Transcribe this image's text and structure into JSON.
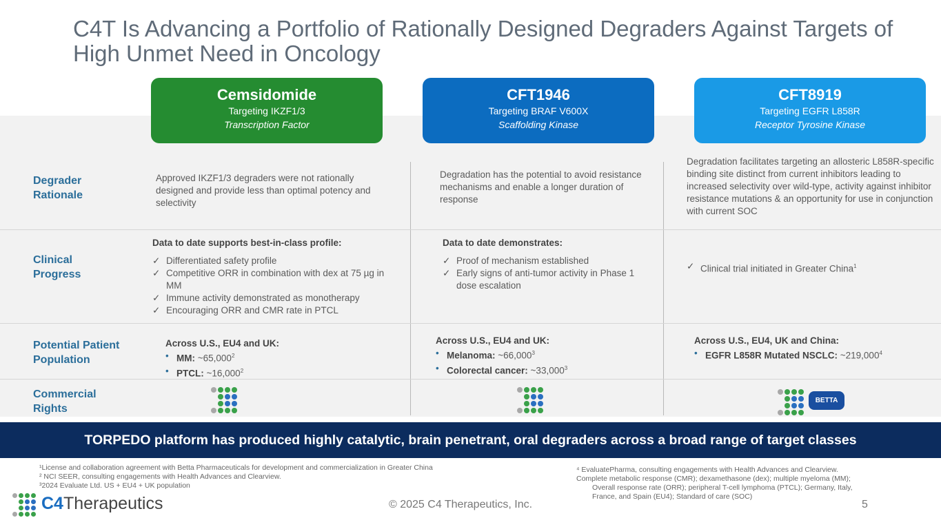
{
  "title": "C4T Is Advancing a Portfolio of Rationally Designed Degraders Against Targets of High Unmet Need in Oncology",
  "programs": [
    {
      "name": "Cemsidomide",
      "target": "Targeting IKZF1/3",
      "class": "Transcription Factor",
      "color": "#258c31"
    },
    {
      "name": "CFT1946",
      "target": "Targeting BRAF V600X",
      "class": "Scaffolding Kinase",
      "color": "#0c6cc0"
    },
    {
      "name": "CFT8919",
      "target": "Targeting EGFR L858R",
      "class": "Receptor Tyrosine Kinase",
      "color": "#1a9ae6"
    }
  ],
  "rows": {
    "rationale": {
      "label": "Degrader Rationale",
      "cells": [
        "Approved IKZF1/3 degraders were not rationally designed and provide less than optimal potency and selectivity",
        "Degradation has the potential to avoid resistance mechanisms and enable a longer duration of response",
        "Degradation facilitates targeting an allosteric L858R-specific binding site distinct from current inhibitors leading to increased selectivity over wild-type, activity against inhibitor resistance mutations & an opportunity for use in conjunction with current SOC"
      ]
    },
    "clinical": {
      "label": "Clinical Progress",
      "c1_head": "Data to date supports best-in-class profile:",
      "c1_items": [
        "Differentiated safety profile",
        "Competitive ORR in combination with dex at 75 µg in MM",
        "Immune activity demonstrated as monotherapy",
        "Encouraging ORR and CMR rate in PTCL"
      ],
      "c2_head": "Data to date demonstrates:",
      "c2_items": [
        "Proof of mechanism established",
        "Early signs of anti-tumor activity in Phase 1 dose escalation"
      ],
      "c3_item": "Clinical trial initiated in Greater China",
      "c3_sup": "1"
    },
    "population": {
      "label": "Potential Patient Population",
      "c1_head": "Across U.S., EU4 and UK:",
      "c1": [
        {
          "k": "MM:",
          "v": " ~65,000",
          "s": "2"
        },
        {
          "k": "PTCL:",
          "v": " ~16,000",
          "s": "2"
        }
      ],
      "c2_head": "Across U.S., EU4 and UK:",
      "c2": [
        {
          "k": "Melanoma:",
          "v": " ~66,000",
          "s": "3"
        },
        {
          "k": "Colorectal cancer:",
          "v": " ~33,000",
          "s": "3"
        }
      ],
      "c3_head": "Across U.S., EU4, UK and China:",
      "c3": [
        {
          "k": "EGFR L858R Mutated NSCLC:",
          "v": " ~219,000",
          "s": "4"
        }
      ]
    },
    "rights": {
      "label": "Commercial Rights",
      "partner": "BETTA"
    }
  },
  "banner": "TORPEDO platform has produced highly catalytic, brain penetrant, oral degraders across a broad range of target classes",
  "footnotes_left": [
    "¹License and collaboration agreement with Betta Pharmaceuticals for development and commercialization in Greater China",
    "² NCI SEER, consulting engagements with Health Advances and Clearview.",
    "³2024 Evaluate Ltd. US + EU4 + UK population"
  ],
  "footnotes_right": [
    "⁴ EvaluatePharma, consulting engagements with Health Advances and Clearview.",
    "Complete metabolic response (CMR); dexamethasone (dex); multiple myeloma (MM);",
    "Overall response rate (ORR); peripheral T-cell lymphoma (PTCL); Germany, Italy,",
    "France, and Spain (EU4); Standard of care (SOC)"
  ],
  "logo": {
    "c4": "C4",
    "rest": "Therapeutics"
  },
  "copyright": "© 2025 C4 Therapeutics, Inc.",
  "page": "5"
}
